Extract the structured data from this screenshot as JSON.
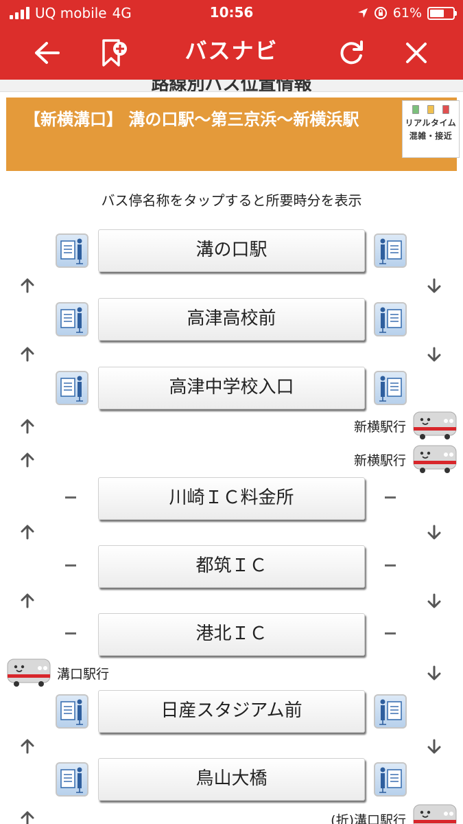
{
  "status_bar": {
    "carrier": "UQ mobile",
    "network": "4G",
    "time": "10:56",
    "battery_percent_text": "61%",
    "battery_level": 0.61
  },
  "nav": {
    "title": "バスナビ",
    "icons": [
      "back-arrow-icon",
      "bookmark-add-icon",
      "refresh-icon",
      "close-icon"
    ]
  },
  "header": {
    "partial_heading": "路線別バス位置情報"
  },
  "route": {
    "title": "【新横溝口】 溝の口駅〜第三京浜〜新横浜駅",
    "realtime_line1": "リアルタイム",
    "realtime_line2": "混雑・接近"
  },
  "hint": "バス停名称をタップすると所要時分を表示",
  "stops": [
    {
      "name": "溝の口駅",
      "timetable": true
    },
    {
      "name": "高津高校前",
      "timetable": true
    },
    {
      "name": "高津中学校入口",
      "timetable": true
    },
    {
      "name": "川崎ＩＣ料金所",
      "timetable": false
    },
    {
      "name": "都筑ＩＣ",
      "timetable": false
    },
    {
      "name": "港北ＩＣ",
      "timetable": false
    },
    {
      "name": "日産スタジアム前",
      "timetable": true
    },
    {
      "name": "鳥山大橋",
      "timetable": true
    }
  ],
  "buses": [
    {
      "label": "新横駅行",
      "direction": "down"
    },
    {
      "label": "新横駅行",
      "direction": "down"
    },
    {
      "label": "溝口駅行",
      "direction": "up"
    },
    {
      "label": "(折)溝口駅行",
      "direction": "down"
    }
  ],
  "colors": {
    "brand_red": "#dc2e2b",
    "banner_orange": "#e49a3a",
    "bus_red": "#d8262b"
  }
}
